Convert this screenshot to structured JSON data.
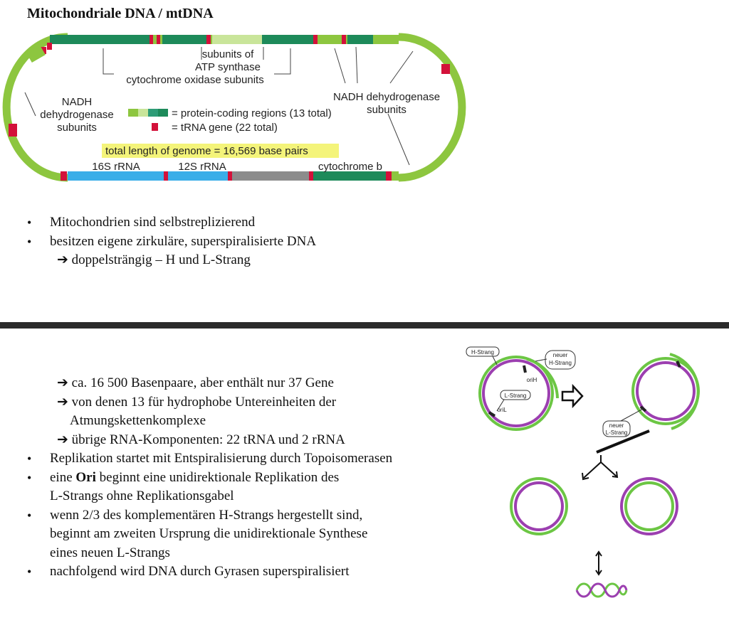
{
  "title": "Mitochondriale DNA / mtDNA",
  "figure": {
    "atp_label_1": "subunits of",
    "atp_label_2": "ATP synthase",
    "cox_label": "cytochrome oxidase subunits",
    "nadh_left_1": "NADH",
    "nadh_left_2": "dehydrogenase",
    "nadh_left_3": "subunits",
    "nadh_right_1": "NADH dehydrogenase",
    "nadh_right_2": "subunits",
    "legend_protein": "= protein-coding regions (13 total)",
    "legend_trna": "= tRNA gene (22 total)",
    "genome_length": "total length of genome = 16,569 base pairs",
    "rrna_16s": "16S rRNA",
    "rrna_12s": "12S rRNA",
    "cyt_b": "cytochrome b",
    "colors": {
      "green": "#8dc63f",
      "dark_green": "#1d8a5a",
      "teal": "#2e9c77",
      "light_green": "#c9e59a",
      "red": "#d3113a",
      "blue": "#3aaee8",
      "gray": "#8c8c8c",
      "highlight": "#f4f47a"
    }
  },
  "list1": [
    "Mitochondrien sind selbstreplizierend",
    "besitzen eigene zirkuläre, superspiralisierte DNA",
    "➔ doppelsträngig – H und L-Strang"
  ],
  "list2": [
    "➔ ca. 16 500 Basenpaare, aber enthält nur 37 Gene",
    "➔ von denen 13 für hydrophobe Untereinheiten der",
    "Atmungskettenkomplexe",
    "➔ übrige RNA-Komponenten: 22 tRNA und 2 rRNA",
    "Replikation startet mit Entspiralisierung durch Topoisomerasen",
    "eine ",
    "Ori",
    " beginnt eine unidirektionale Replikation des",
    "L-Strangs ohne Replikationsgabel",
    "wenn 2/3 des komplementären H-Strangs hergestellt sind,",
    "beginnt am zweiten Ursprung die unidirektionale Synthese",
    "eines neuen L-Strangs",
    "nachfolgend wird DNA durch Gyrasen superspiralisiert"
  ],
  "replication": {
    "h_strand": "H-Strang",
    "new_h_1": "neuer",
    "new_h_2": "H-Strang",
    "orih": "oriH",
    "l_strand": "L-Strang",
    "oril": "oriL",
    "new_l_1": "neuer",
    "new_l_2": "L-Strang"
  }
}
